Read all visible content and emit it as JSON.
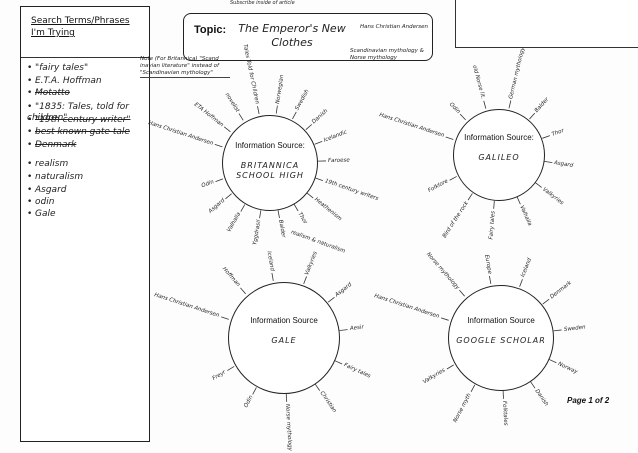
{
  "top_note": "Subscribe inside of article",
  "left_panel": {
    "heading": "Search Terms/Phrases I'm Trying",
    "terms": [
      {
        "text": "\"fairy tales\"",
        "struck": false
      },
      {
        "text": "E.T.A. Hoffman",
        "struck": false
      },
      {
        "text": "Motatto",
        "struck": true
      },
      {
        "text": "\"1835: Tales, told for children\"",
        "struck": false
      },
      {
        "text": "\"19th century writer\"",
        "struck": true
      },
      {
        "text": "best known gate tale",
        "struck": true
      },
      {
        "text": "Denmark",
        "struck": true
      },
      {
        "text": "realism",
        "struck": false
      },
      {
        "text": "naturalism",
        "struck": false
      },
      {
        "text": "Asgard",
        "struck": false
      },
      {
        "text": "odin",
        "struck": false
      },
      {
        "text": "Gale",
        "struck": false
      }
    ]
  },
  "topic": {
    "label": "Topic:",
    "value": "The Emperor's New Clothes",
    "side_note": "Hans Christian Andersen",
    "underline_note": "Scandinavian mythology & Norse mythology"
  },
  "note_box": {
    "note": "Note (For Britannica) \"Scand inavian literature\" instead of \"Scandinavian mythology\""
  },
  "circles": [
    {
      "label": "Information Source:",
      "value": "BRITANNICA SCHOOL HIGH",
      "spokes": [
        "Hans Christian Andersen",
        "ETA Hoffman",
        "novelist",
        "Tales Told for Children",
        "Norwegian",
        "Swedish",
        "Danish",
        "Icelandic",
        "Faroese",
        "19th century writers",
        "Heathenism",
        "Thor",
        "Balder",
        "Yggdrasil",
        "Valhalla",
        "Asgard",
        "Odin"
      ],
      "bottom_note": "realism & naturalism"
    },
    {
      "label": "Information Source:",
      "value": "GALILEO",
      "spokes": [
        "Hans Christian Andersen",
        "Odin",
        "old Norse lit.",
        "German mythology",
        "Balder",
        "Thor",
        "Asgard",
        "Valkyries",
        "Valhalla",
        "Fairy tales",
        "Bird of the rock",
        "Folklore"
      ],
      "bottom_note": ""
    },
    {
      "label": "Information Source",
      "value": "GALE",
      "spokes": [
        "Hans Christian Andersen",
        "Hoffman",
        "Iceland",
        "Valkyries",
        "Asgard",
        "Aesir",
        "Fairy tales",
        "Christian",
        "Norse mythology",
        "Odin",
        "Freyr"
      ],
      "bottom_note": ""
    },
    {
      "label": "Information Source",
      "value": "GOOGLE SCHOLAR",
      "spokes": [
        "Hans Christian Andersen",
        "Norse mythology",
        "Europe",
        "Iceland",
        "Denmark",
        "Sweden",
        "Norway",
        "Danish",
        "Folktales",
        "Norse myth",
        "Valkyries"
      ],
      "bottom_note": ""
    }
  ],
  "page_number": "Page 1 of 2"
}
